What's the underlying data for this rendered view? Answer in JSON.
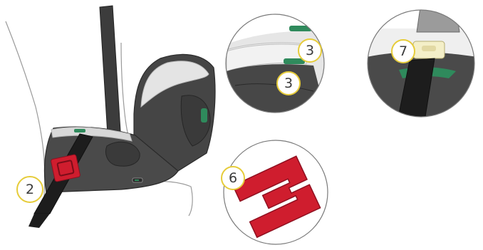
{
  "steps": {
    "two": "2",
    "three_upper": "3",
    "three_lower": "3",
    "six": "6",
    "seven": "7"
  },
  "colors": {
    "seat_shell": "#454545",
    "seat_dark": "#333333",
    "seat_light": "#dcdcdc",
    "guide_green": "#2f8a5c",
    "belt": "#1d1d1d",
    "clip_red": "#cf1d2e",
    "callout_fill": "#ffffff",
    "callout_stroke": "#e6cc3a",
    "line": "#7a7a7a"
  },
  "icons": [
    "car-seat-illustration",
    "lock-off-clip-icon",
    "belt-guide-icon",
    "shoulder-belt-guide-icon"
  ]
}
